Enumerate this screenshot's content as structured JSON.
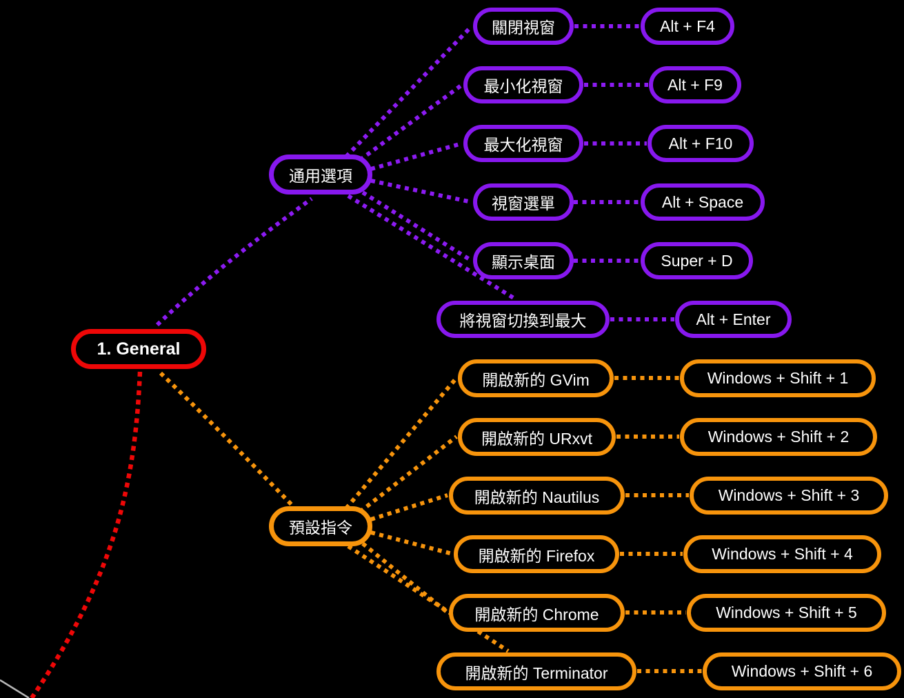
{
  "colors": {
    "background": "#000000",
    "text": "#ffffff",
    "root_accent": "#ee0707",
    "general_accent": "#8718ee",
    "commands_accent": "#f7940c"
  },
  "root": {
    "label": "1. General"
  },
  "branches": [
    {
      "label": "通用選項",
      "children": [
        {
          "label": "關閉視窗",
          "shortcut": "Alt + F4"
        },
        {
          "label": "最小化視窗",
          "shortcut": "Alt + F9"
        },
        {
          "label": "最大化視窗",
          "shortcut": "Alt + F10"
        },
        {
          "label": "視窗選單",
          "shortcut": "Alt + Space"
        },
        {
          "label": "顯示桌面",
          "shortcut": "Super + D"
        },
        {
          "label": "將視窗切換到最大",
          "shortcut": "Alt + Enter"
        }
      ]
    },
    {
      "label": "預設指令",
      "children": [
        {
          "label": "開啟新的 GVim",
          "shortcut": "Windows + Shift + 1"
        },
        {
          "label": "開啟新的 URxvt",
          "shortcut": "Windows + Shift + 2"
        },
        {
          "label": "開啟新的 Nautilus",
          "shortcut": "Windows + Shift + 3"
        },
        {
          "label": "開啟新的 Firefox",
          "shortcut": "Windows + Shift + 4"
        },
        {
          "label": "開啟新的 Chrome",
          "shortcut": "Windows + Shift + 5"
        },
        {
          "label": "開啟新的 Terminator",
          "shortcut": "Windows + Shift + 6"
        }
      ]
    }
  ]
}
